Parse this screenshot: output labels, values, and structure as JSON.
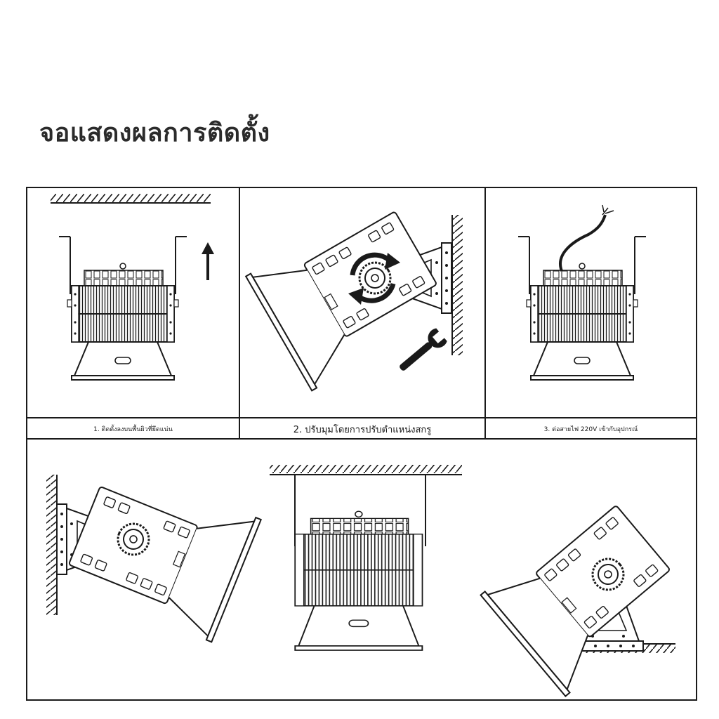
{
  "title": "จอแสดงผลการติดตั้ง",
  "steps": [
    {
      "caption": "1. ติดตั้งลงบนพื้นผิวที่ยึดแน่น"
    },
    {
      "caption": "2. ปรับมุมโดยการปรับตำแหน่งสกรู"
    },
    {
      "caption": "3. ต่อสายไฟ 220V เข้ากับอุปกรณ์"
    }
  ],
  "colors": {
    "line": "#1a1a1a",
    "title": "#2b2b2b",
    "background": "#ffffff"
  }
}
